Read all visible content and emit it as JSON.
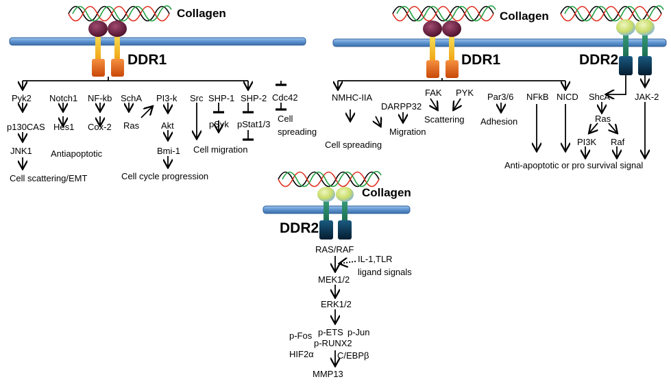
{
  "panel_left": {
    "collagen_label": "Collagen",
    "receptor_label": "DDR1",
    "nodes": {
      "pyk2": "Pyk2",
      "p130cas": "p130CAS",
      "jnk1": "JNK1",
      "scattering_emt": "Cell scattering/EMT",
      "notch1": "Notch1",
      "hes1": "Hes1",
      "nfkb": "NF-kb",
      "cox2": "Cox-2",
      "antiapoptotic": "Antiapoptotic",
      "scha": "SchA",
      "ras": "Ras",
      "pi3k": "PI3-k",
      "akt": "Akt",
      "bmi1": "Bmi-1",
      "cell_cycle": "Cell cycle progression",
      "src": "Src",
      "shp1": "SHP-1",
      "psyk": "pSyk",
      "shp2": "SHP-2",
      "pstat": "pStat1/3",
      "cell_migration": "Cell migration",
      "cdc42": "Cdc42",
      "cell_spreading_1": "Cell",
      "cell_spreading_2": "spreading"
    }
  },
  "panel_right": {
    "collagen_label": "Collagen",
    "receptor_ddr1_label": "DDR1",
    "receptor_ddr2_label": "DDR2",
    "nodes": {
      "nmhc": "NMHC-IIA",
      "cell_spreading": "Cell spreading",
      "darpp32": "DARPP32",
      "migration": "Migration",
      "fak": "FAK",
      "pyk": "PYK",
      "scattering": "Scattering",
      "par36": "Par3/6",
      "adhesion": "Adhesion",
      "nfkb": "NFkB",
      "nicd": "NICD",
      "shca": "ShcA",
      "ras": "Ras",
      "pi3k": "PI3K",
      "raf": "Raf",
      "jak2": "JAK-2",
      "survival": "Anti-apoptotic or pro survival signal"
    }
  },
  "panel_bottom": {
    "collagen_label": "Collagen",
    "receptor_label": "DDR2",
    "nodes": {
      "ras_raf": "RAS/RAF",
      "il1_tlr_1": "IL-1,TLR",
      "il1_tlr_2": "ligand signals",
      "mek": "MEK1/2",
      "erk": "ERK1/2",
      "pfos": "p-Fos",
      "pets": "p-ETS",
      "pjun": "p-Jun",
      "prunx2": "p-RUNX2",
      "hif2a": "HIF2α",
      "cebpb": "C/EBPβ",
      "mmp13": "MMP13"
    }
  },
  "colors": {
    "membrane_blue": "#7fb0e0",
    "membrane_edge": "#2f5f9a",
    "ddr1_head": "#6a1e3c",
    "ddr1_stem": "#f0c020",
    "ddr1_base": "#e86a10",
    "ddr2_head": "#cfe090",
    "ddr2_stem": "#2a8a6a",
    "ddr2_base": "#0a3a5a",
    "helix_red": "#e03020",
    "helix_green": "#20a040",
    "helix_black": "#000000"
  }
}
